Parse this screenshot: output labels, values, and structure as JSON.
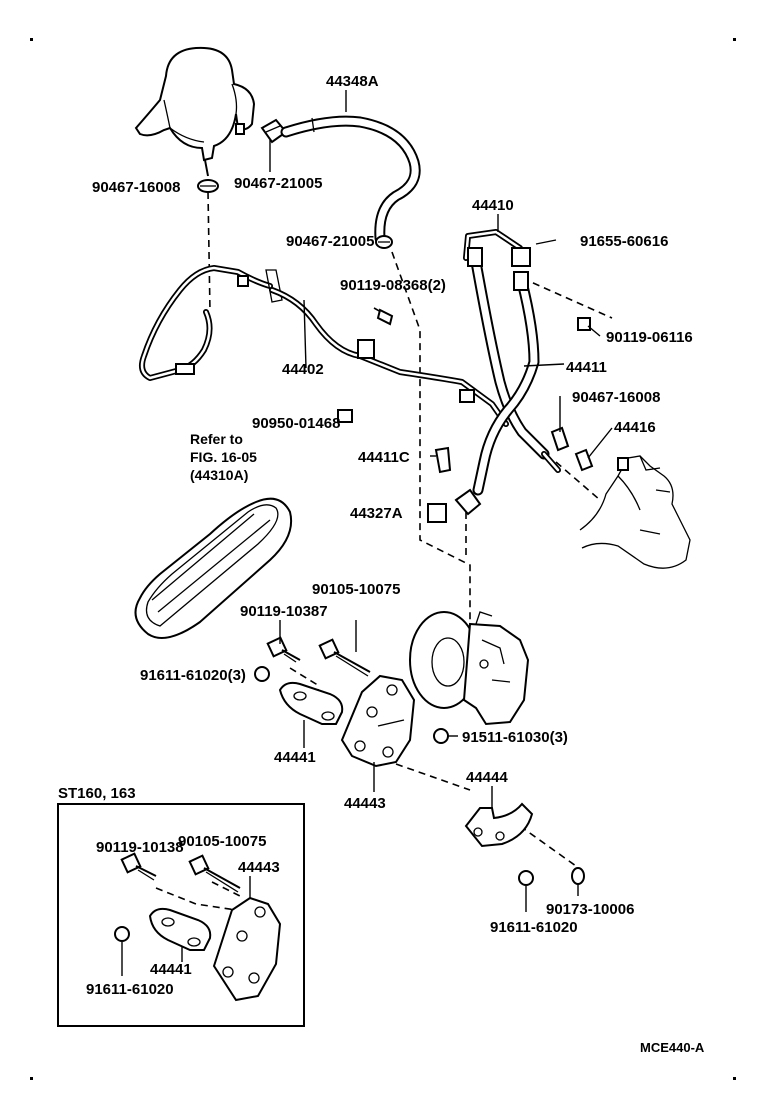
{
  "labels": {
    "p44348A": "44348A",
    "p90467_16008_top": "90467-16008",
    "p90467_21005_top": "90467-21005",
    "p44410": "44410",
    "p90467_21005_mid": "90467-21005",
    "p91655_60616": "91655-60616",
    "p90119_08368": "90119-08368(2)",
    "p90119_06116": "90119-06116",
    "p44402": "44402",
    "p44411": "44411",
    "p90467_16008_right": "90467-16008",
    "p44416": "44416",
    "p90950_01468": "90950-01468",
    "p44411C": "44411C",
    "p44327A": "44327A",
    "p90105_10075": "90105-10075",
    "p90119_10387": "90119-10387",
    "p91611_61020_3": "91611-61020(3)",
    "p91511_61030": "91511-61030(3)",
    "p44441": "44441",
    "p44443": "44443",
    "p44444": "44444",
    "p90173_10006": "90173-10006",
    "p91611_61020": "91611-61020"
  },
  "reference_note": {
    "line1": "Refer to",
    "line2": "FIG. 16-05",
    "line3": "(44310A)"
  },
  "inset": {
    "title": "ST160, 163",
    "labels": {
      "p90119_10138": "90119-10138",
      "p90105_10075": "90105-10075",
      "p44443": "44443",
      "p44441": "44441",
      "p91611_61020": "91611-61020"
    }
  },
  "figure_code": "MCE440-A"
}
